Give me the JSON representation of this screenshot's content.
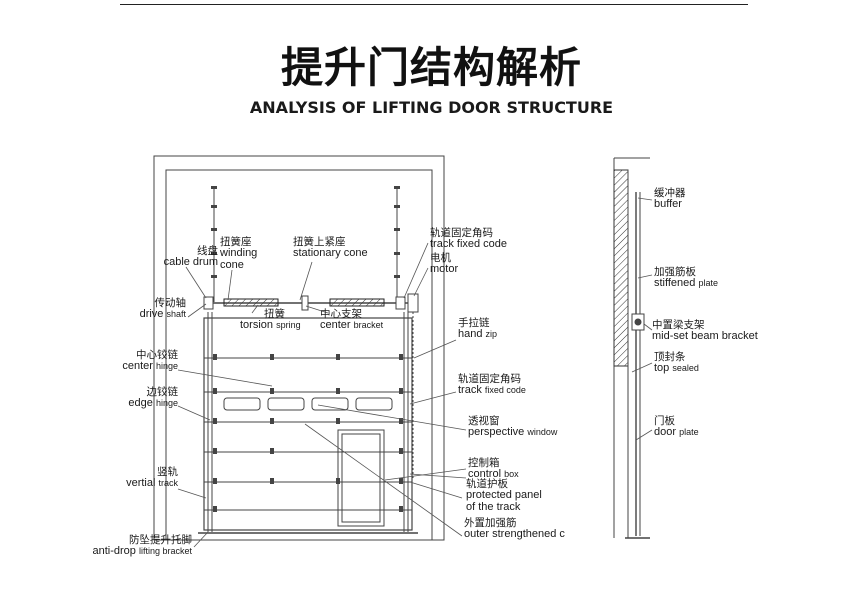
{
  "header": {
    "title_cn": "提升门结构解析",
    "title_en": "ANALYSIS OF LIFTING DOOR STRUCTURE"
  },
  "labels": {
    "cable_drum": {
      "cn": "线盘",
      "en": "cable drum"
    },
    "winding_cone": {
      "cn": "扭簧座",
      "en": "winding cone"
    },
    "stationary_cone": {
      "cn": "扭簧上紧座",
      "en": "stationary cone"
    },
    "track_fixed_code_top": {
      "cn": "轨道固定角码",
      "en": "track fixed code"
    },
    "motor": {
      "cn": "电机",
      "en": "motor"
    },
    "drive_shaft": {
      "cn": "传动轴",
      "en": "drive",
      "en_small": "shaft"
    },
    "torsion_spring": {
      "cn": "扭簧",
      "en": "torsion",
      "en_small": "spring"
    },
    "center_bracket": {
      "cn": "中心支架",
      "en": "center",
      "en_small": "bracket"
    },
    "hand_zip": {
      "cn": "手拉链",
      "en": "hand",
      "en_small": "zip"
    },
    "center_hinge": {
      "cn": "中心铰链",
      "en": "center",
      "en_small": "hinge"
    },
    "track_fixed_code_mid": {
      "cn": "轨道固定角码",
      "en": "track",
      "en_small": "fixed code"
    },
    "edge_hinge": {
      "cn": "边铰链",
      "en": "edge",
      "en_small": "hinge"
    },
    "perspective_window": {
      "cn": "透视窗",
      "en": "perspective",
      "en_small": "window"
    },
    "vertial_track": {
      "cn": "竖轨",
      "en": "vertial",
      "en_small": "track"
    },
    "control_box": {
      "cn": "控制箱",
      "en": "control",
      "en_small": "box"
    },
    "protected_panel": {
      "cn": "轨道护板",
      "en1": "protected panel",
      "en2": "of the track"
    },
    "outer_strengthened": {
      "cn": "外置加强筋",
      "en": "outer strengthened c"
    },
    "anti_drop": {
      "cn": "防坠提升托脚",
      "en": "anti-drop",
      "en_small": "lifting bracket"
    },
    "buffer": {
      "cn": "缓冲器",
      "en": "buffer"
    },
    "stiffened_plate": {
      "cn": "加强筋板",
      "en": "stiffened",
      "en_small": "plate"
    },
    "mid_set_beam": {
      "cn": "中置梁支架",
      "en": "mid-set beam bracket"
    },
    "top_sealed": {
      "cn": "顶封条",
      "en": "top",
      "en_small": "sealed"
    },
    "door_plate": {
      "cn": "门板",
      "en": "door",
      "en_small": "plate"
    }
  }
}
